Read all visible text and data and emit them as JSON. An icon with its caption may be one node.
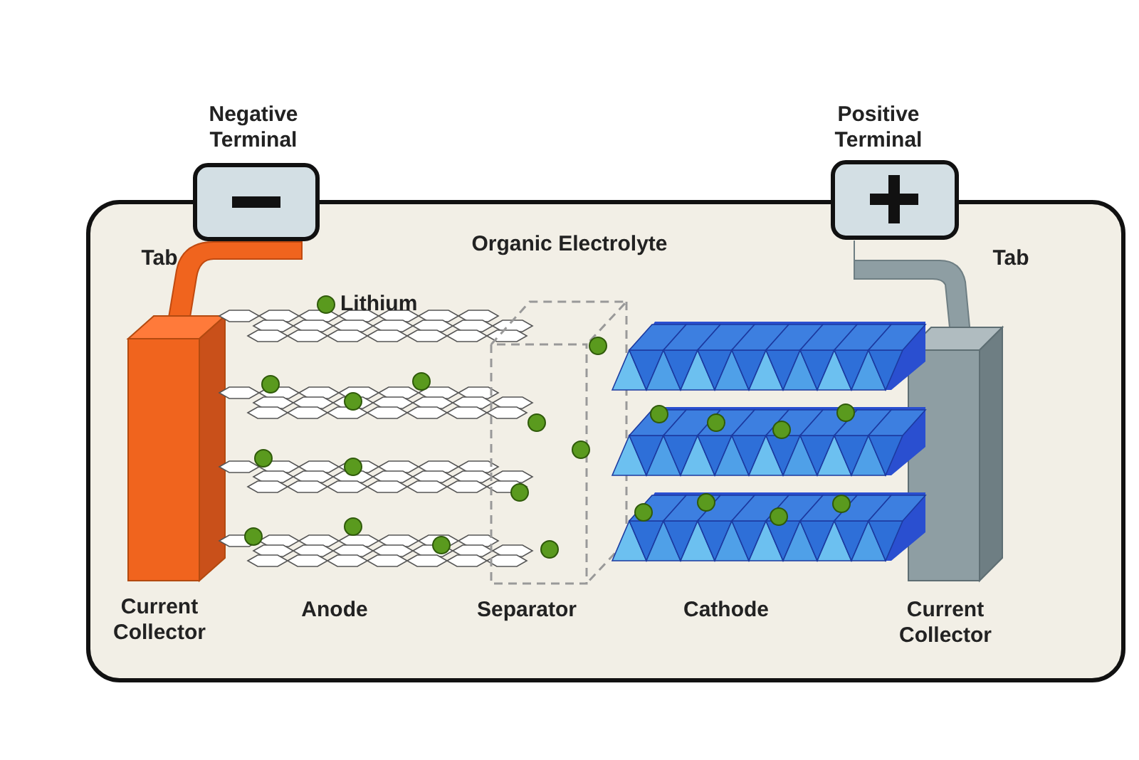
{
  "diagram": {
    "labels": [
      "Negative Terminal",
      "Positive Terminal",
      "Tab",
      "Organic Electrolyte",
      "Tab",
      "Current Collector",
      "Anode",
      "Separator",
      "Cathode",
      "Current Collector"
    ],
    "legend": [
      {
        "text": "Lithium",
        "color": "#5a9a1e"
      }
    ]
  }
}
